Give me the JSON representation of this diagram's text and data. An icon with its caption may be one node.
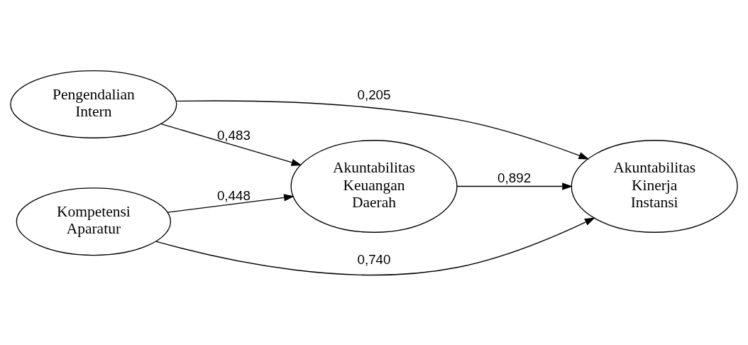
{
  "diagram": {
    "nodes": [
      {
        "text": [
          "Pengendalian Intern"
        ]
      },
      {
        "text": [
          "Kompetensi Aparatur"
        ]
      },
      {
        "text": [
          "Akuntabilitas Keuangan Daerah"
        ]
      },
      {
        "text": [
          "Akuntabilitas Kinerja Instansi"
        ]
      }
    ],
    "edges": [
      {
        "from": 0,
        "to": 3,
        "arrow": "to",
        "label": "0,205"
      },
      {
        "from": 0,
        "to": 2,
        "arrow": "to",
        "label": "0,483"
      },
      {
        "from": 1,
        "to": 2,
        "arrow": "to",
        "label": "0,448"
      },
      {
        "from": 1,
        "to": 3,
        "arrow": "to",
        "label": "0,740"
      },
      {
        "from": 2,
        "to": 3,
        "arrow": "to",
        "label": "0,892"
      }
    ]
  }
}
